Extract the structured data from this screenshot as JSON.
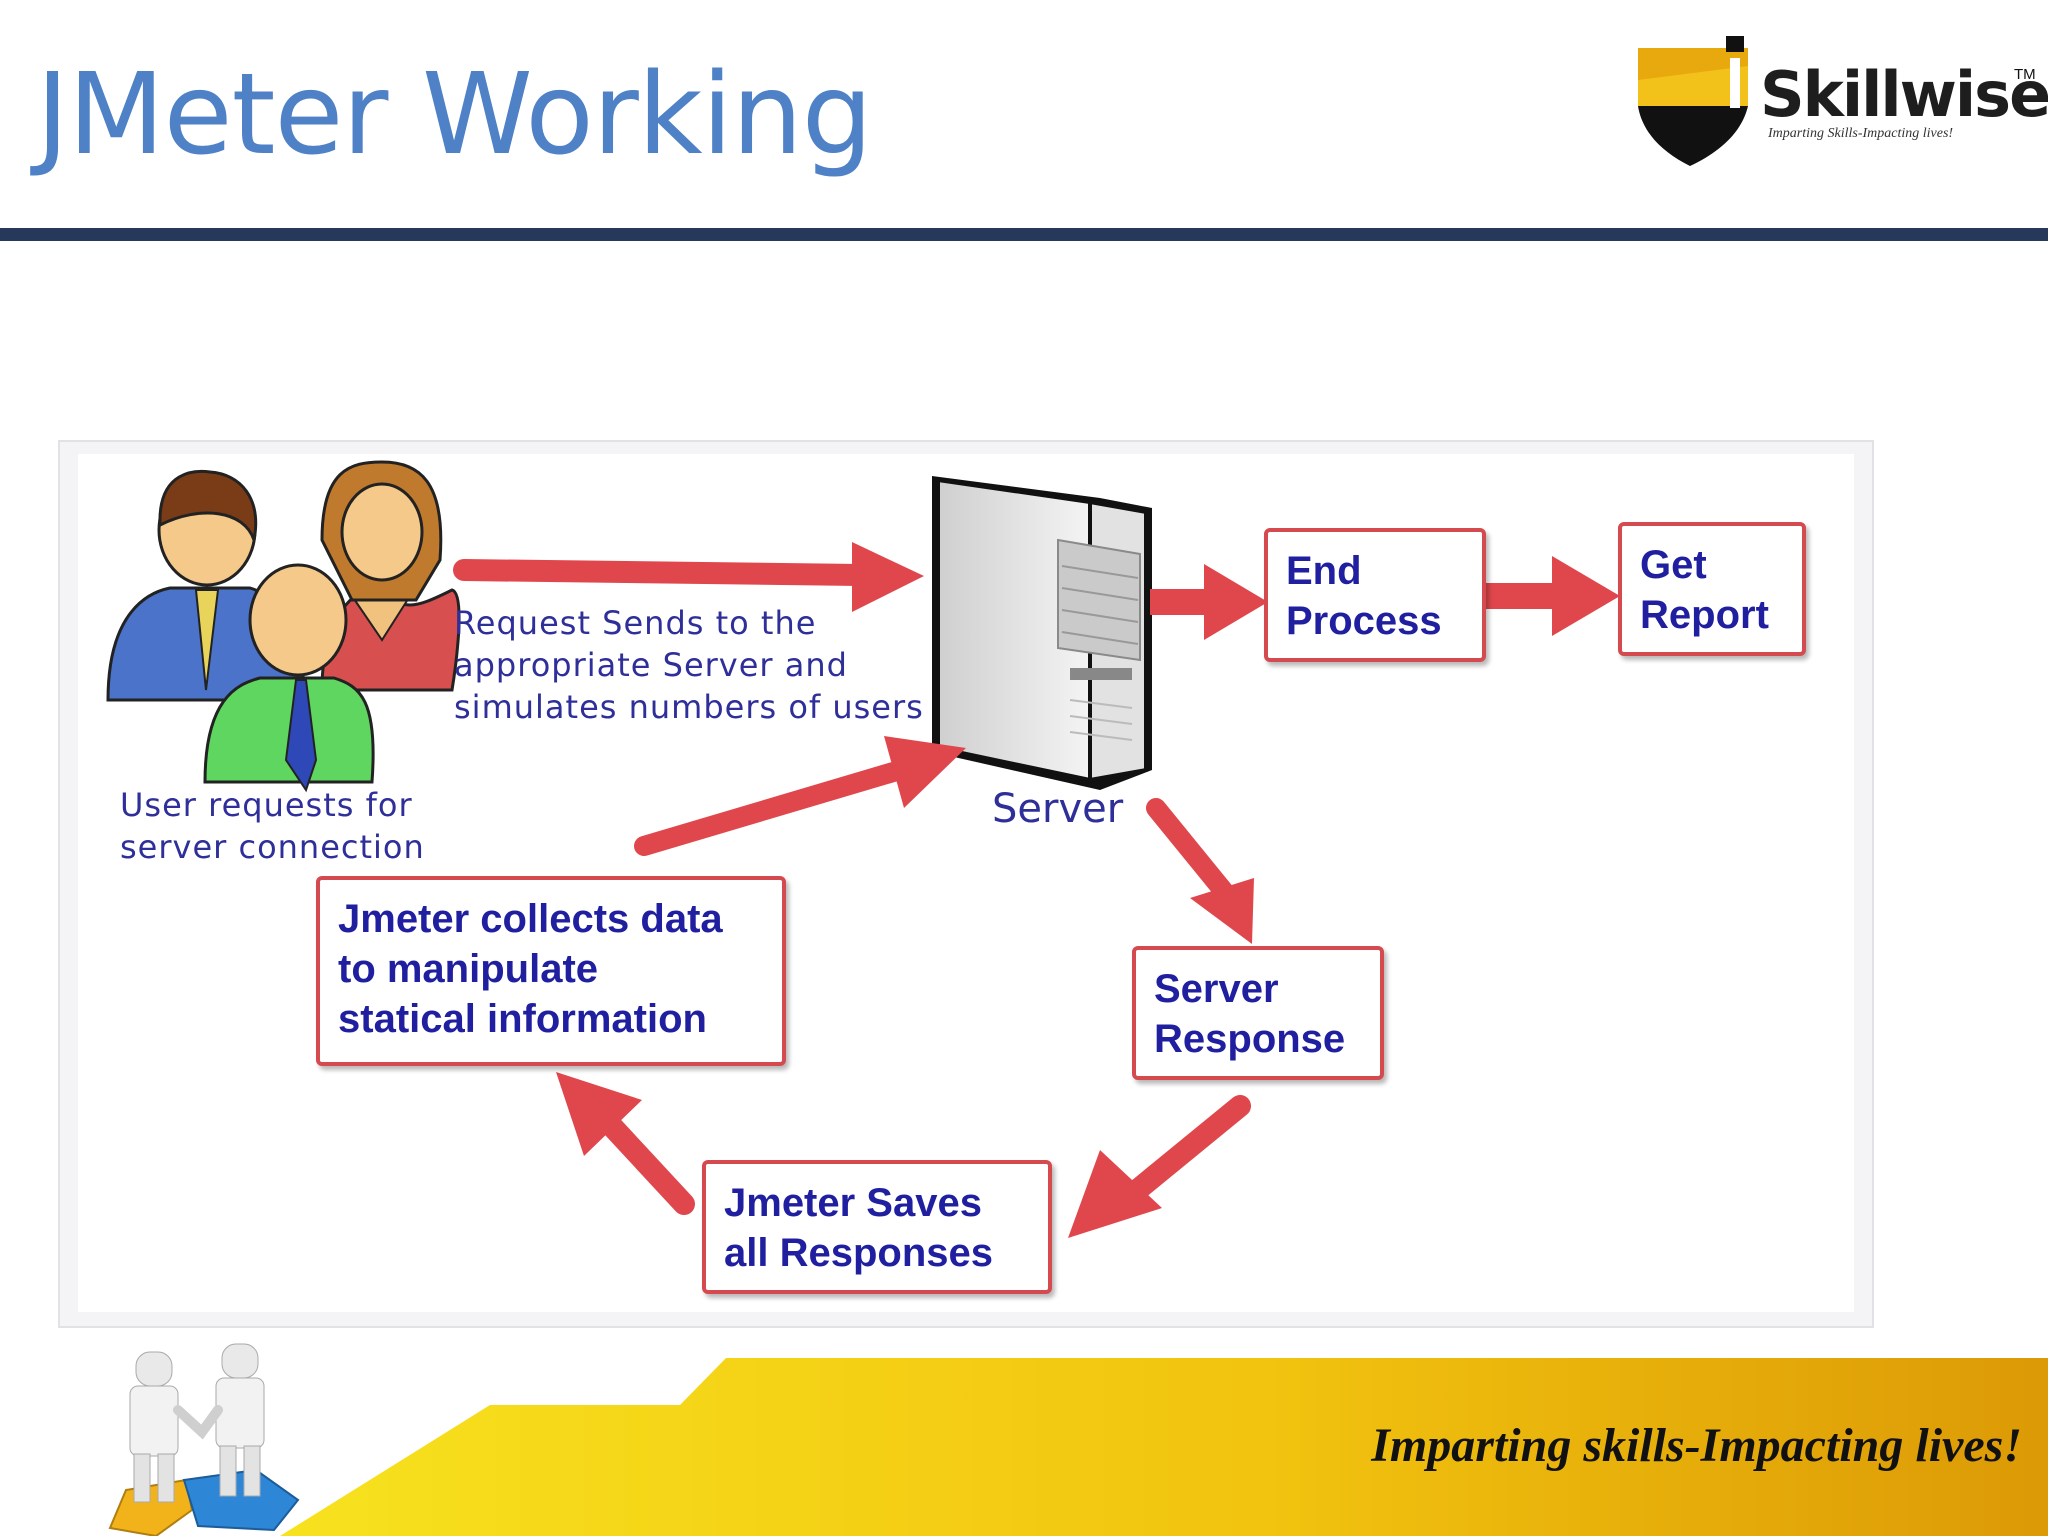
{
  "slide": {
    "title": "JMeter Working"
  },
  "logo": {
    "name": "Skillwise",
    "trademark": "TM",
    "tagline": "Imparting Skills-Impacting lives!",
    "icon": "shield-icon",
    "colors": {
      "shield_top": "#f2c21a",
      "shield_bottom": "#111111"
    }
  },
  "diagram": {
    "users_caption": "User requests for\nserver connection",
    "request_caption": "Request Sends to the\nappropriate Server and\nsimulates numbers of users",
    "server_label": "Server",
    "boxes": {
      "end_process": "End\nProcess",
      "get_report": "Get\nReport",
      "server_response": "Server\nResponse",
      "saves_responses": "Jmeter Saves\nall Responses",
      "collects_data": "Jmeter collects data\nto manipulate\nstatical information"
    },
    "colors": {
      "arrow": "#e0474c",
      "box_border": "#d44a4e",
      "text": "#1f1fa0"
    }
  },
  "footer": {
    "tagline": "Imparting skills-Impacting lives!"
  },
  "colors": {
    "title": "#4f81c7",
    "rule": "#26395a",
    "footer_gold": "#f0b60c"
  }
}
